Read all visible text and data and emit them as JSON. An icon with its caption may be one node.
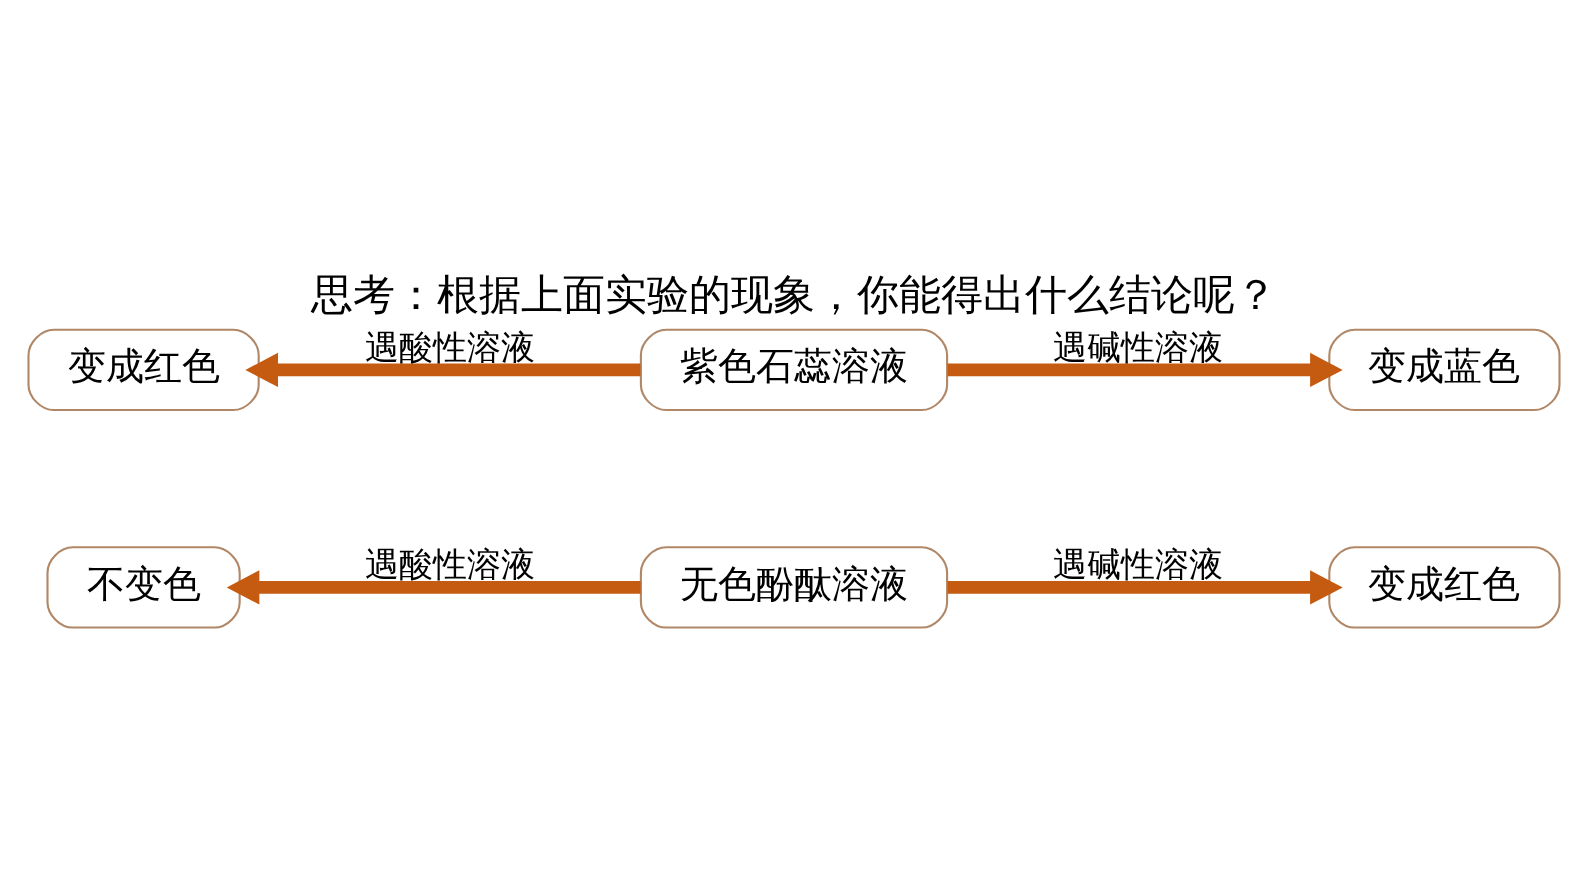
{
  "diagram": {
    "title": "思考：根据上面实验的现象，你能得出什么结论呢？",
    "nodes": [
      {
        "text": [
          "变成红色"
        ]
      },
      {
        "text": [
          "紫色石蕊溶液"
        ]
      },
      {
        "text": [
          "变成蓝色"
        ]
      },
      {
        "text": [
          "不变色"
        ]
      },
      {
        "text": [
          "无色酚酞溶液"
        ]
      },
      {
        "text": [
          "变成红色"
        ]
      }
    ],
    "edges": [
      {
        "from": 1,
        "to": 0,
        "arrow": "to",
        "label": "遇酸性溶液"
      },
      {
        "from": 1,
        "to": 2,
        "arrow": "to",
        "label": "遇碱性溶液"
      },
      {
        "from": 4,
        "to": 3,
        "arrow": "to",
        "label": "遇酸性溶液"
      },
      {
        "from": 4,
        "to": 5,
        "arrow": "to",
        "label": "遇碱性溶液"
      }
    ]
  }
}
